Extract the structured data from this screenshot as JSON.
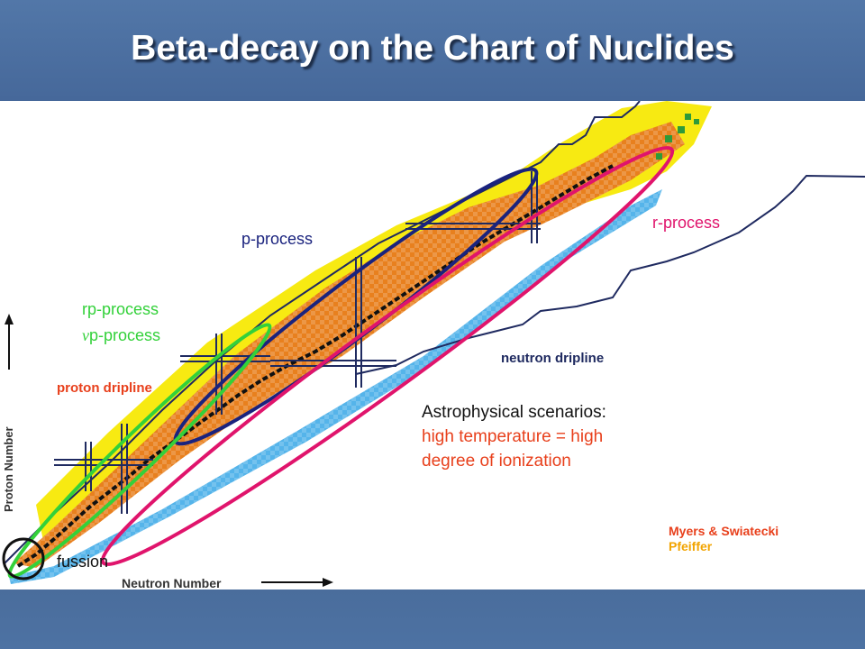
{
  "slide": {
    "title": "Beta-decay on the Chart of Nuclides"
  },
  "chart": {
    "labels": {
      "p_process": "p-process",
      "r_process": "r-process",
      "rp_process": "rp-process",
      "nu_symbol": "ν",
      "nu_p_process": "p-process",
      "proton_dripline": "proton dripline",
      "neutron_dripline": "neutron dripline",
      "fussion": "fussion",
      "x_axis": "Neutron Number",
      "y_axis": "Proton Number"
    },
    "note": {
      "line1": "Astrophysical scenarios:",
      "line2": "high temperature = high",
      "line3": "degree of ionization"
    },
    "credits": {
      "line1": "Myers & Swiatecki",
      "line2": "Pfeiffer"
    },
    "colors": {
      "p_process": "#1a237e",
      "r_process": "#e0146c",
      "rp_process": "#33d13a",
      "proton_dripline": "#e8401c",
      "neutron_dripline": "#1f2a60",
      "note_highlight": "#e8401c",
      "stable_band": "#e8801e",
      "neutron_rich_band": "#55b4ea",
      "proton_rich_band": "#f7ea12",
      "myers_swiatecki": "#e8401c",
      "pfeiffer": "#f2a400"
    }
  }
}
